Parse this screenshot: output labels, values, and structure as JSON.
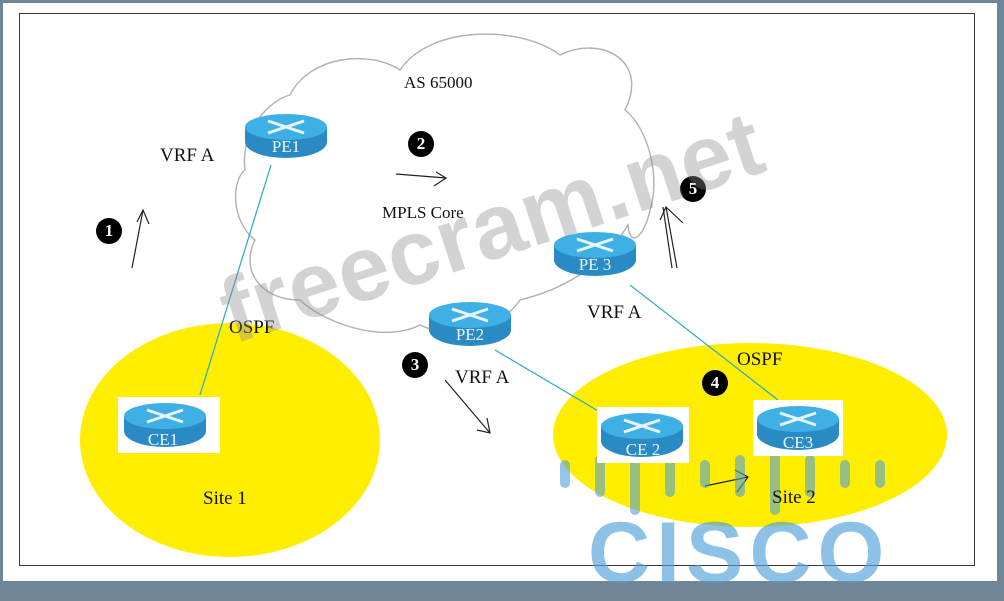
{
  "diagram": {
    "title": "MPLS L3VPN route propagation",
    "cloud": {
      "as_label": "AS 65000",
      "core_label": "MPLS Core"
    },
    "routers": [
      {
        "id": "PE1",
        "label": "PE1"
      },
      {
        "id": "PE2",
        "label": "PE2"
      },
      {
        "id": "PE3",
        "label": "PE 3"
      },
      {
        "id": "CE1",
        "label": "CE1"
      },
      {
        "id": "CE2",
        "label": "CE 2"
      },
      {
        "id": "CE3",
        "label": "CE3"
      }
    ],
    "sites": [
      {
        "id": "site1",
        "label": "Site 1",
        "protocol": "OSPF"
      },
      {
        "id": "site2",
        "label": "Site 2",
        "protocol": "OSPF"
      }
    ],
    "vrf_labels": [
      "VRF A",
      "VRF A",
      "VRF A"
    ],
    "steps": [
      "1",
      "2",
      "3",
      "4",
      "5"
    ],
    "links": [
      {
        "from": "CE1",
        "to": "PE1"
      },
      {
        "from": "PE2",
        "to": "CE2"
      },
      {
        "from": "PE3",
        "to": "CE3"
      }
    ],
    "colors": {
      "site_fill": "#ffee00",
      "router_top": "#3fb0e6",
      "router_side": "#2a8bc4",
      "link": "#2aa7c9",
      "frame_bg": "#6f8598"
    }
  },
  "watermarks": {
    "site": "freecram.net",
    "brand": "CISCO"
  }
}
